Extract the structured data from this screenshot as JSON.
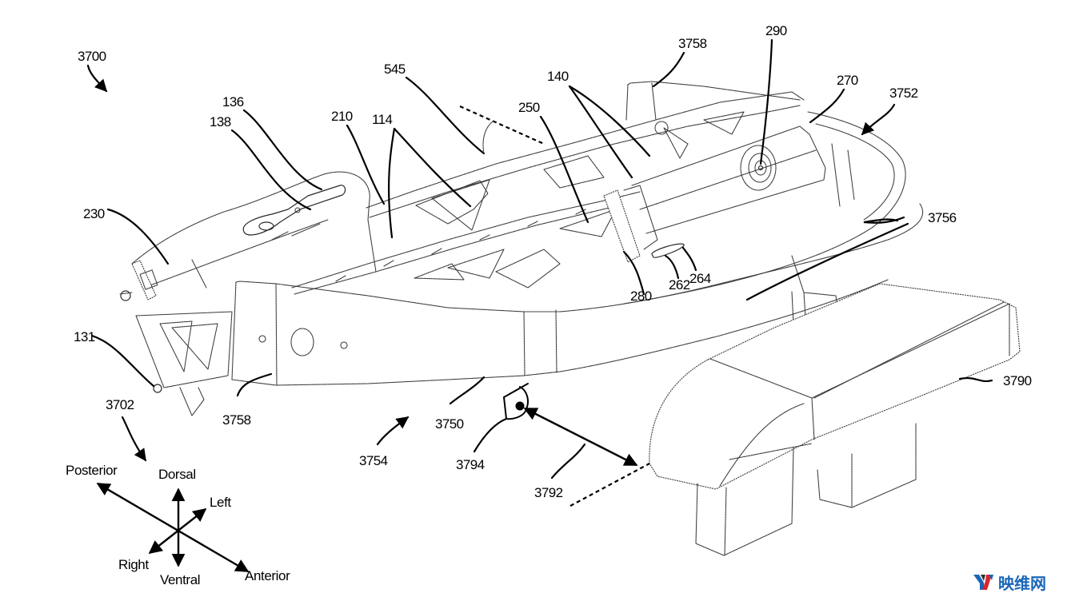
{
  "figure": {
    "type": "patent-line-drawing",
    "subject": "head-mounted frame assembly with headband and display module",
    "figure_ref": "3700"
  },
  "reference_labels": [
    {
      "id": "3700",
      "text": "3700"
    },
    {
      "id": "136",
      "text": "136"
    },
    {
      "id": "138",
      "text": "138"
    },
    {
      "id": "210",
      "text": "210"
    },
    {
      "id": "114",
      "text": "114"
    },
    {
      "id": "545",
      "text": "545"
    },
    {
      "id": "250",
      "text": "250"
    },
    {
      "id": "140",
      "text": "140"
    },
    {
      "id": "3758-top",
      "text": "3758"
    },
    {
      "id": "290",
      "text": "290"
    },
    {
      "id": "270",
      "text": "270"
    },
    {
      "id": "3752",
      "text": "3752"
    },
    {
      "id": "3756",
      "text": "3756"
    },
    {
      "id": "230",
      "text": "230"
    },
    {
      "id": "280",
      "text": "280"
    },
    {
      "id": "262",
      "text": "262"
    },
    {
      "id": "264",
      "text": "264"
    },
    {
      "id": "131",
      "text": "131"
    },
    {
      "id": "3758-bottom",
      "text": "3758"
    },
    {
      "id": "3750",
      "text": "3750"
    },
    {
      "id": "3790",
      "text": "3790"
    },
    {
      "id": "3702",
      "text": "3702"
    },
    {
      "id": "3754",
      "text": "3754"
    },
    {
      "id": "3794",
      "text": "3794"
    },
    {
      "id": "3792",
      "text": "3792"
    }
  ],
  "orientation_legend": {
    "ref": "3702",
    "directions": {
      "posterior": "Posterior",
      "dorsal": "Dorsal",
      "left": "Left",
      "right": "Right",
      "ventral": "Ventral",
      "anterior": "Anterior"
    }
  },
  "watermark": {
    "logo_text": "YV",
    "site_name": "映维网",
    "colors": {
      "blue": "#1a66b8",
      "red": "#d8262e",
      "dark": "#333333"
    }
  }
}
